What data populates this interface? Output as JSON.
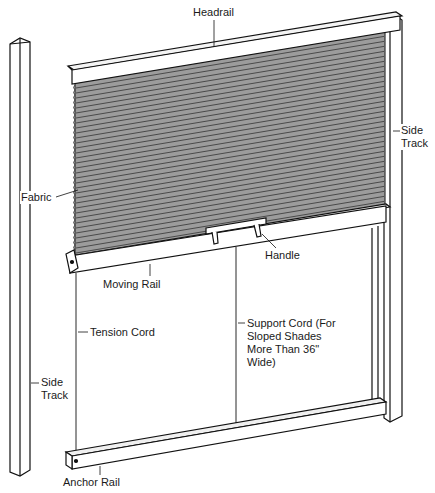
{
  "diagram": {
    "labels": [
      "Headrail",
      "Side Track",
      "Fabric",
      "Handle",
      "Moving Rail",
      "Tension Cord",
      "Support Cord (For Sloped Shades More Than 36\" Wide)",
      "Side Track",
      "Anchor Rail"
    ]
  }
}
